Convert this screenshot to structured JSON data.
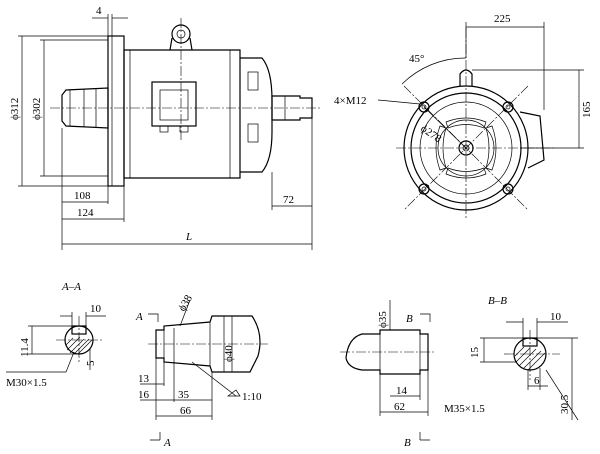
{
  "front_view": {
    "flange_thickness": "4",
    "flange_outer_dia": "ϕ312",
    "spigot_dia": "ϕ302",
    "shaft_length": "108",
    "flange_to_shaft_end": "124",
    "rear_shaft_ext": "72",
    "overall_length": "L"
  },
  "end_view": {
    "width": "225",
    "angle": "45°",
    "bolts": "4×M12",
    "pcd": "ϕ278",
    "height": "165"
  },
  "section_aa": {
    "title": "A–A",
    "key_width": "10",
    "depth": "11.4",
    "thread": "M30×1.5",
    "key_depth": "5"
  },
  "shaft_a_detail": {
    "section_mark": "A",
    "section_mark_bottom": "A",
    "dia_38": "ϕ38",
    "dia_40": "ϕ40",
    "len_13": "13",
    "len_16": "16",
    "len_35": "35",
    "len_66": "66",
    "taper": "1:10"
  },
  "shaft_b_detail": {
    "dia_35": "ϕ35",
    "section_mark": "B",
    "section_mark_bottom": "B",
    "len_14": "14",
    "len_62": "62",
    "thread": "M35×1.5"
  },
  "section_bb": {
    "title": "B–B",
    "key_width": "10",
    "height_15": "15",
    "key_depth": "6",
    "depth_305": "30.5"
  }
}
